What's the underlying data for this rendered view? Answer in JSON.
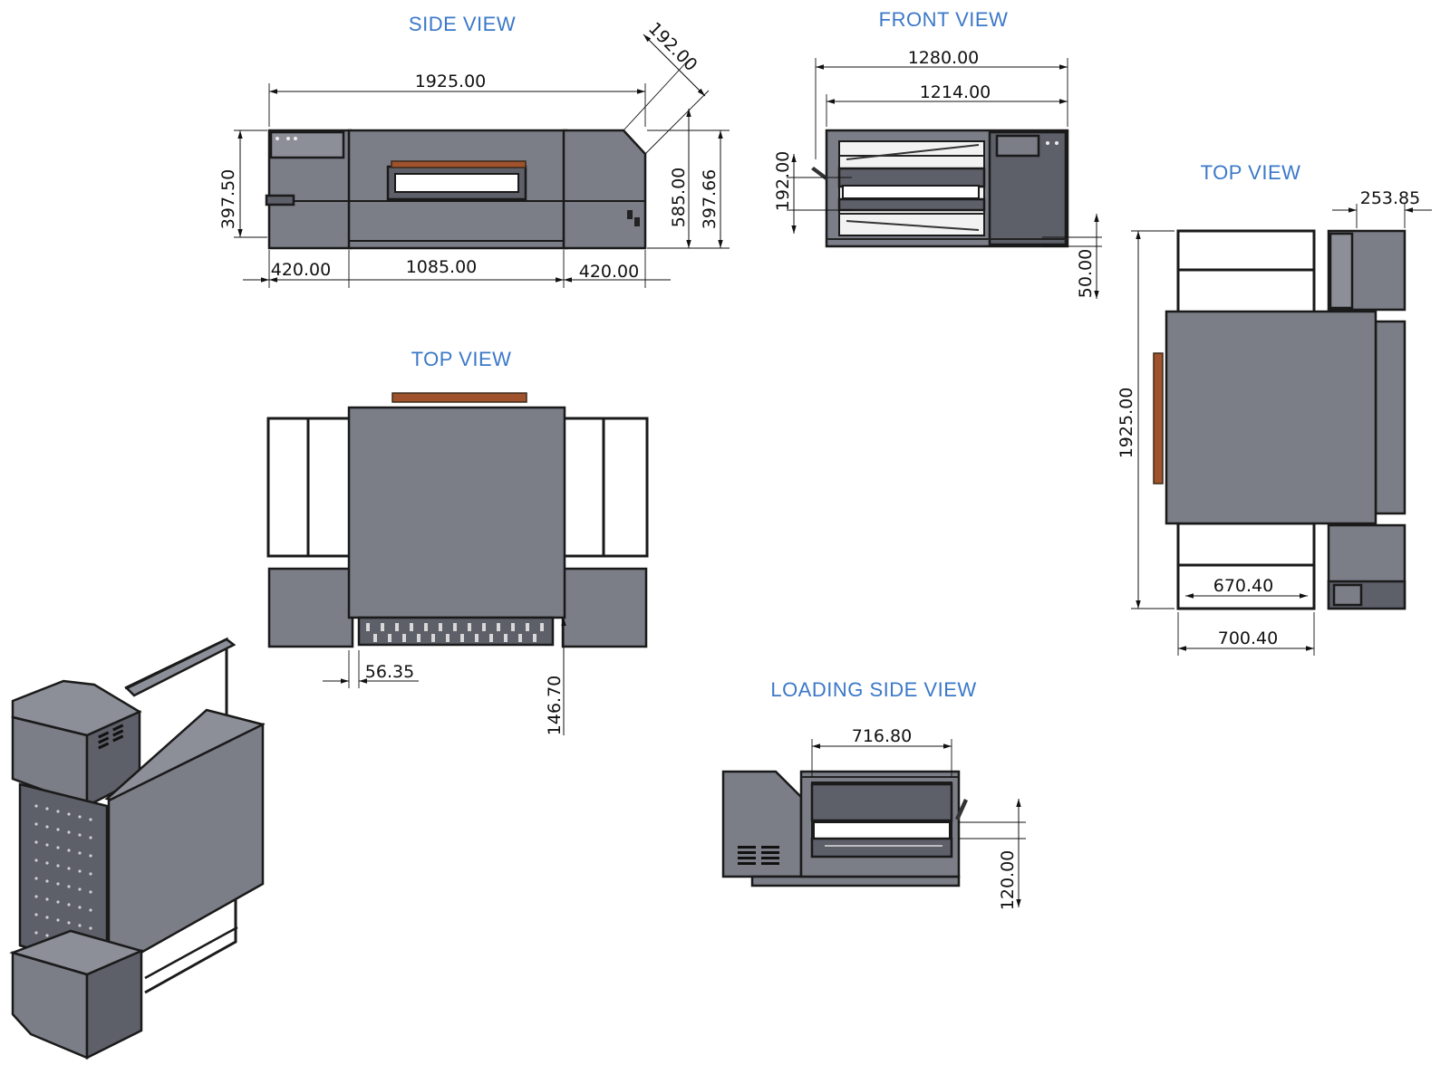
{
  "views": {
    "side": {
      "title": "SIDE VIEW",
      "dims": {
        "overall_length": "1925.00",
        "chamfer": "192.00",
        "left_height": "397.50",
        "mid_height": "585.00",
        "right_height": "397.66",
        "left_section": "420.00",
        "center_section": "1085.00",
        "right_section": "420.00"
      }
    },
    "front": {
      "title": "FRONT VIEW",
      "dims": {
        "overall_width": "1280.00",
        "inner_width": "1214.00",
        "opening": "192.00",
        "foot": "50.00"
      }
    },
    "top_center": {
      "title": "TOP VIEW",
      "dims": {
        "offset": "56.35",
        "depth": "146.70"
      }
    },
    "top_right": {
      "title": "TOP VIEW",
      "dims": {
        "box_width": "253.85",
        "overall_length": "1925.00",
        "inner_width": "670.40",
        "outer_width": "700.40"
      }
    },
    "loading": {
      "title": "LOADING SIDE VIEW",
      "dims": {
        "belt_width": "716.80",
        "opening": "120.00"
      }
    }
  },
  "colors": {
    "title": "#3b78c8",
    "body": "#7b7d87",
    "dark": "#5d5f69",
    "belt": "#a0522d"
  }
}
